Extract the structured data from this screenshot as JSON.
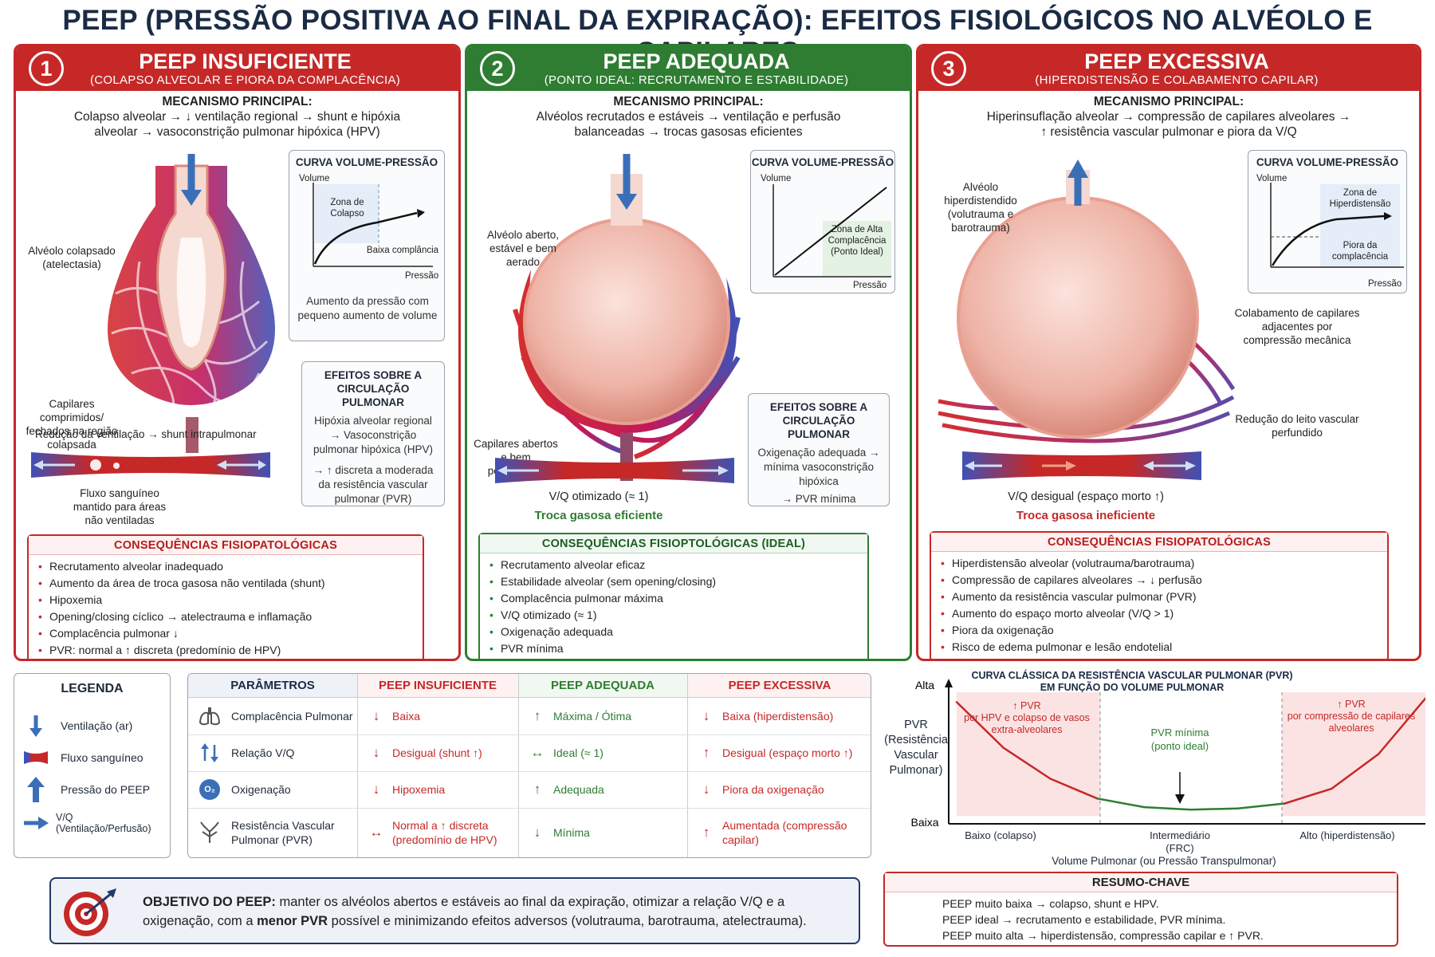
{
  "title": "PEEP (PRESSÃO POSITIVA AO FINAL DA EXPIRAÇÃO): EFEITOS FISIOLÓGICOS NO ALVÉOLO E CAPILARES",
  "colors": {
    "red": "#c62828",
    "green": "#2e7d32",
    "blue": "#3a6fb8",
    "navy": "#1a2b45"
  },
  "panels": [
    {
      "number": "1",
      "title": "PEEP INSUFICIENTE",
      "subtitle": "(COLAPSO ALVEOLAR E PIORA DA COMPLACÊNCIA)",
      "mech_heading": "MECANISMO PRINCIPAL:",
      "mech_text": "Colapso alveolar → ↓ ventilação regional → shunt e hipóxia alveolar → vasoconstrição pulmonar hipóxica (HPV)",
      "curve_title": "CURVA VOLUME-PRESSÃO",
      "axis_y": "Volume",
      "axis_x": "Pressão",
      "curve_zone": "Zona de Colapso",
      "curve_note": "Baixa complância",
      "curve_caption": "Aumento da pressão com pequeno aumento de volume",
      "label_alveolus": "Alvéolo colapsado (atelectasia)",
      "label_capillary": "Capilares comprimidos/ fechados na região colapsada",
      "vent_caption": "Redução da ventilação → shunt intrapulmonar",
      "vessel_caption": "Fluxo sanguíneo mantido para áreas não ventiladas",
      "effects_title": "EFEITOS SOBRE A CIRCULAÇÃO PULMONAR",
      "effects_text": "Hipóxia alveolar regional → Vasoconstrição pulmonar hipóxica (HPV)",
      "effects_text2": "→ ↑ discreta a moderada da resistência vascular pulmonar (PVR)",
      "cons_title": "CONSEQUÊNCIAS FISIOPATOLÓGICAS",
      "cons": [
        "Recrutamento alveolar inadequado",
        "Aumento da área de troca gasosa não ventilada (shunt)",
        "Hipoxemia",
        "Opening/closing cíclico → atelectrauma e inflamação",
        "Complacência pulmonar ↓",
        "PVR: normal a ↑ discreta (predomínio de HPV)"
      ]
    },
    {
      "number": "2",
      "title": "PEEP ADEQUADA",
      "subtitle": "(PONTO IDEAL: RECRUTAMENTO E ESTABILIDADE)",
      "mech_heading": "MECANISMO PRINCIPAL:",
      "mech_text": "Alvéolos recrutados e estáveis → ventilação e perfusão balanceadas → trocas gasosas eficientes",
      "curve_title": "CURVA VOLUME-PRESSÃO",
      "axis_y": "Volume",
      "axis_x": "Pressão",
      "curve_zone": "Zona de Alta Complacência (Ponto Ideal)",
      "label_alveolus": "Alvéolo aberto, estável e bem aerado",
      "label_capillary": "Capilares abertos e bem perfundidos",
      "vq": "V/Q otimizado (≈ 1)",
      "vq2": "Troca gasosa eficiente",
      "effects_title": "EFEITOS SOBRE A CIRCULAÇÃO PULMONAR",
      "effects_text": "Oxigenação adequada → mínima vasoconstrição hipóxica",
      "effects_text2": "→ PVR mínima",
      "cons_title": "CONSEQUÊNCIAS FISIOPTOLÓGICAS (IDEAL)",
      "cons": [
        "Recrutamento alveolar eficaz",
        "Estabilidade alveolar (sem opening/closing)",
        "Complacência pulmonar máxima",
        "V/Q otimizado (≈ 1)",
        "Oxigenação adequada",
        "PVR mínima"
      ]
    },
    {
      "number": "3",
      "title": "PEEP EXCESSIVA",
      "subtitle": "(HIPERDISTENSÃO E COLABAMENTO CAPILAR)",
      "mech_heading": "MECANISMO PRINCIPAL:",
      "mech_text": "Hiperinsuflação alveolar → compressão de capilares alveolares → ↑ resistência vascular pulmonar e piora da V/Q",
      "curve_title": "CURVA VOLUME-PRESSÃO",
      "axis_y": "Volume",
      "axis_x": "Pressão",
      "curve_zone": "Zona de Hiperdistensão",
      "curve_note": "Piora da complacência",
      "label_alveolus": "Alvéolo hiperdistendido (volutrauma e barotrauma)",
      "label_capillary": "Colabamento de capilares adjacentes por compressão mecânica",
      "label_bed": "Redução do leito vascular perfundido",
      "vq": "V/Q desigual (espaço morto ↑)",
      "vq2": "Troca gasosa ineficiente",
      "cons_title": "CONSEQUÊNCIAS FISIOPATOLÓGICAS",
      "cons": [
        "Hiperdistensão alveolar (volutrauma/barotrauma)",
        "Compressão de capilares alveolares → ↓ perfusão",
        "Aumento da resistência vascular pulmonar (PVR)",
        "Aumento do espaço morto alveolar (V/Q > 1)",
        "Piora da oxigenação",
        "Risco de edema pulmonar e lesão endotelial"
      ]
    }
  ],
  "legend": {
    "title": "LEGENDA",
    "items": [
      {
        "icon": "arrow-down-icon",
        "label": "Ventilação (ar)"
      },
      {
        "icon": "blood-flow-icon",
        "label": "Fluxo sanguíneo"
      },
      {
        "icon": "arrow-up-icon",
        "label": "Pressão do PEEP"
      },
      {
        "icon": "arrow-right-icon",
        "label": "V/Q (Ventilação/Perfusão)"
      }
    ]
  },
  "table": {
    "headers": [
      "PARÂMETROS",
      "PEEP INSUFICIENTE",
      "PEEP ADEQUADA",
      "PEEP EXCESSIVA"
    ],
    "rows": [
      {
        "icon": "lungs-icon",
        "param": "Complacência Pulmonar",
        "insuf_sym": "↓",
        "insuf": "Baixa",
        "adeq_sym": "↑",
        "adeq": "Máxima / Ótima",
        "exc_sym": "↓",
        "exc": "Baixa (hiperdistensão)"
      },
      {
        "icon": "vq-icon",
        "param": "Relação V/Q",
        "insuf_sym": "↓",
        "insuf": "Desigual (shunt ↑)",
        "adeq_sym": "↔",
        "adeq": "Ideal (≈ 1)",
        "exc_sym": "↑",
        "exc": "Desigual (espaço morto ↑)"
      },
      {
        "icon": "oxygen-icon",
        "param": "Oxigenação",
        "insuf_sym": "↓",
        "insuf": "Hipoxemia",
        "adeq_sym": "↑",
        "adeq": "Adequada",
        "exc_sym": "↓",
        "exc": "Piora da oxigenação"
      },
      {
        "icon": "vessels-icon",
        "param": "Resistência Vascular Pulmonar (PVR)",
        "insuf_sym": "↔",
        "insuf": "Normal a ↑ discreta (predomínio de HPV)",
        "adeq_sym": "↓",
        "adeq": "Mínima",
        "exc_sym": "↑",
        "exc": "Aumentada (compressão capilar)"
      }
    ]
  },
  "oxygen_symbol": "O₂",
  "chart_data": {
    "type": "line",
    "title": "CURVA CLÁSSICA DA RESISTÊNCIA VASCULAR PULMONAR (PVR) EM FUNÇÃO DO VOLUME PULMONAR",
    "xlabel": "Volume Pulmonar (ou Pressão Transpulmonar)",
    "ylabel": "PVR (Resistência Vascular Pulmonar)",
    "y_ticks": [
      "Alta",
      "Baixa"
    ],
    "x_ticks": [
      "Baixo (colapso)",
      "Intermediário (FRC)",
      "Alto (hiperdistensão)"
    ],
    "annotations": [
      {
        "text": "↑ PVR",
        "sub": "por HPV e colapso de vasos extra-alveolares",
        "region": "left"
      },
      {
        "text": "PVR mínima",
        "sub": "(ponto ideal)",
        "region": "center"
      },
      {
        "text": "↑ PVR",
        "sub": "por compressão de capilares alveolares",
        "region": "right"
      }
    ],
    "x": [
      0,
      0.1,
      0.2,
      0.3,
      0.4,
      0.5,
      0.6,
      0.7,
      0.8,
      0.9,
      1.0
    ],
    "values": [
      0.92,
      0.55,
      0.3,
      0.14,
      0.07,
      0.05,
      0.06,
      0.1,
      0.22,
      0.5,
      0.95
    ]
  },
  "objective": {
    "label": "OBJETIVO DO PEEP:",
    "text": "manter os alvéolos abertos e estáveis ao final da expiração, otimizar a relação V/Q e a oxigenação, com a",
    "bold": "menor PVR",
    "text2": "possível e minimizando efeitos adversos (volutrauma, barotrauma, atelectrauma)."
  },
  "summary": {
    "title": "RESUMO-CHAVE",
    "lines": [
      "PEEP muito baixa → colapso, shunt e HPV.",
      "PEEP ideal → recrutamento e estabilidade, PVR mínima.",
      "PEEP muito alta → hiperdistensão, compressão capilar e ↑ PVR."
    ]
  }
}
